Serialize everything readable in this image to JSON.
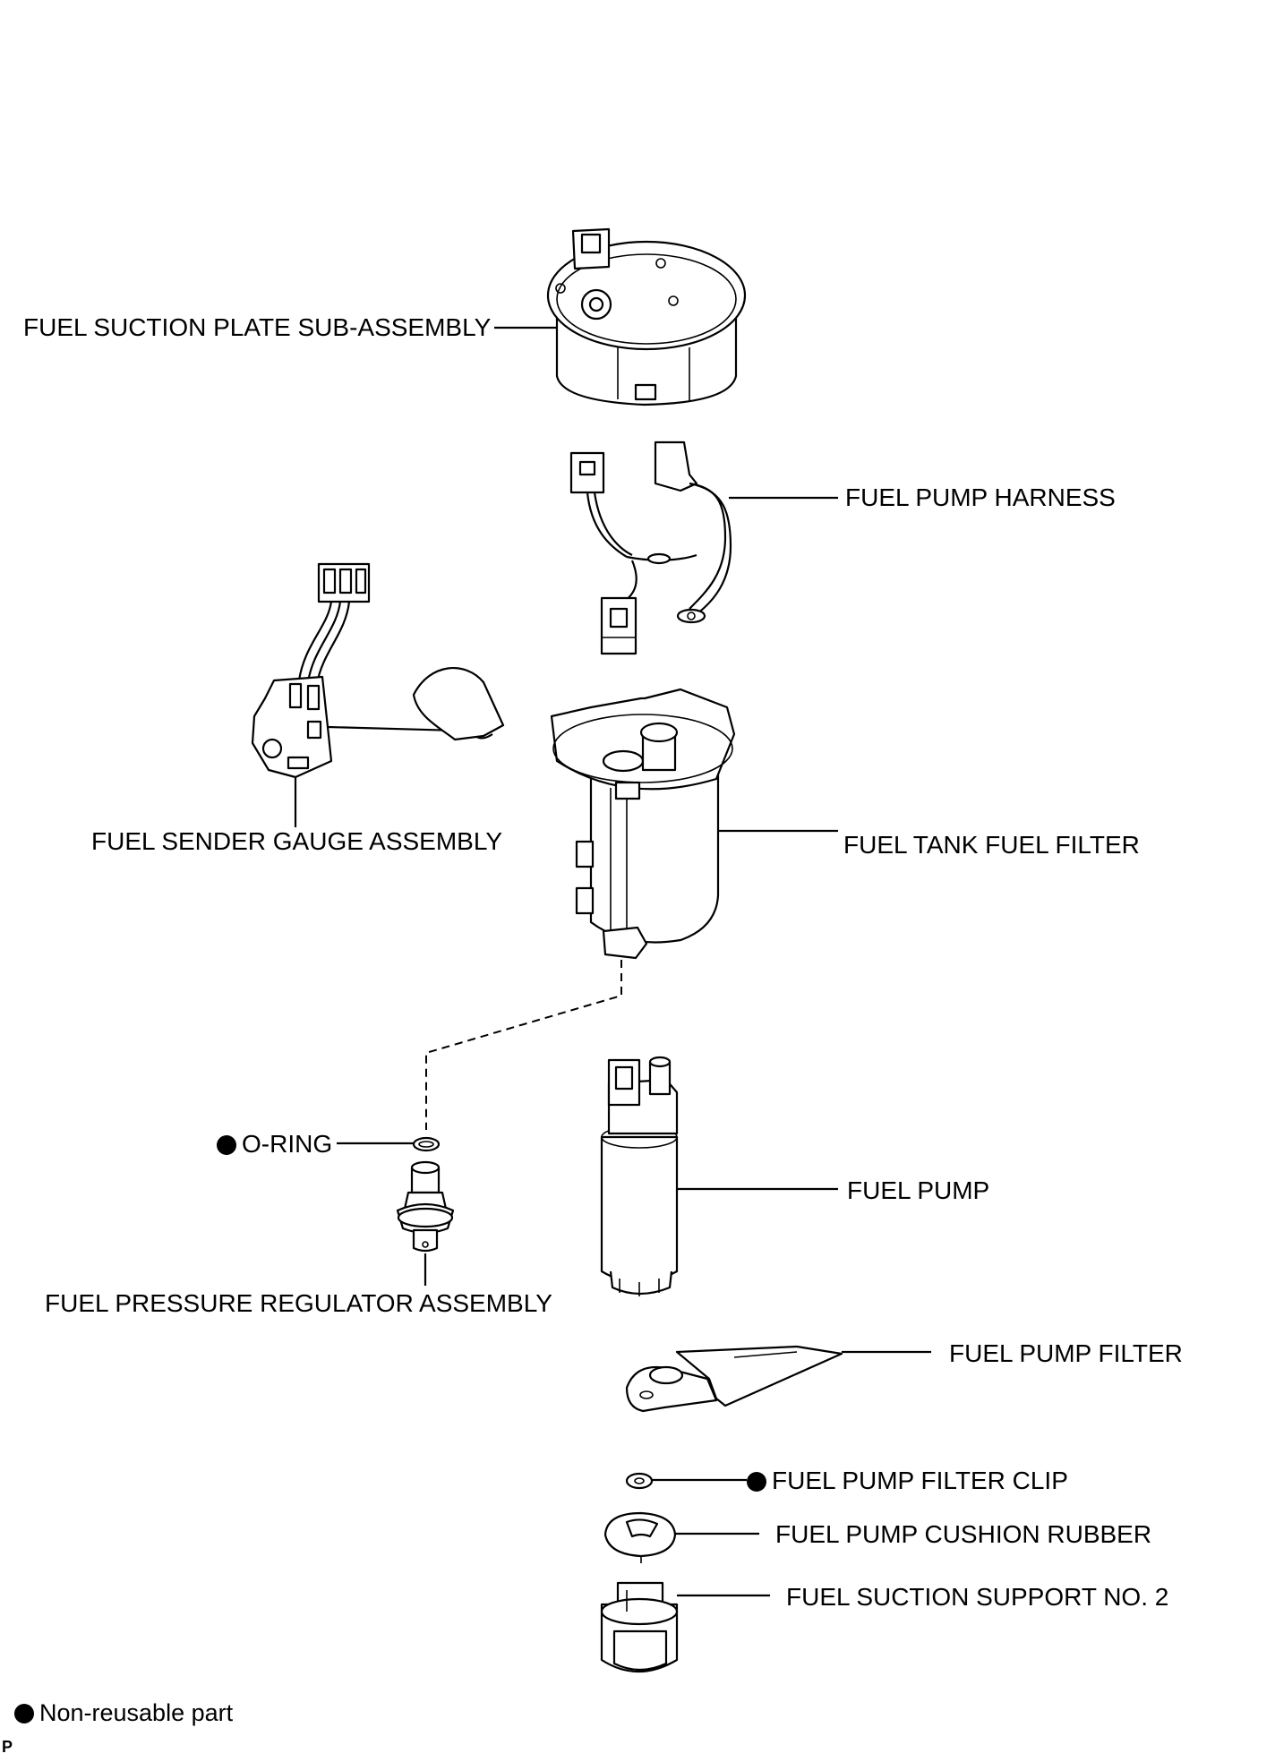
{
  "labels": {
    "fuel_suction_plate": "FUEL SUCTION PLATE SUB-ASSEMBLY",
    "fuel_pump_harness": "FUEL PUMP HARNESS",
    "fuel_sender_gauge": "FUEL SENDER GAUGE ASSEMBLY",
    "fuel_tank_fuel_filter": "FUEL TANK FUEL FILTER",
    "o_ring": "O-RING",
    "fuel_pump": "FUEL PUMP",
    "fuel_pressure_regulator": "FUEL PRESSURE REGULATOR ASSEMBLY",
    "fuel_pump_filter": "FUEL PUMP FILTER",
    "fuel_pump_filter_clip": "FUEL PUMP FILTER CLIP",
    "fuel_pump_cushion_rubber": "FUEL PUMP CUSHION RUBBER",
    "fuel_suction_support": "FUEL SUCTION SUPPORT NO. 2"
  },
  "legend": {
    "text": "Non-reusable part"
  },
  "corner_mark": "P"
}
